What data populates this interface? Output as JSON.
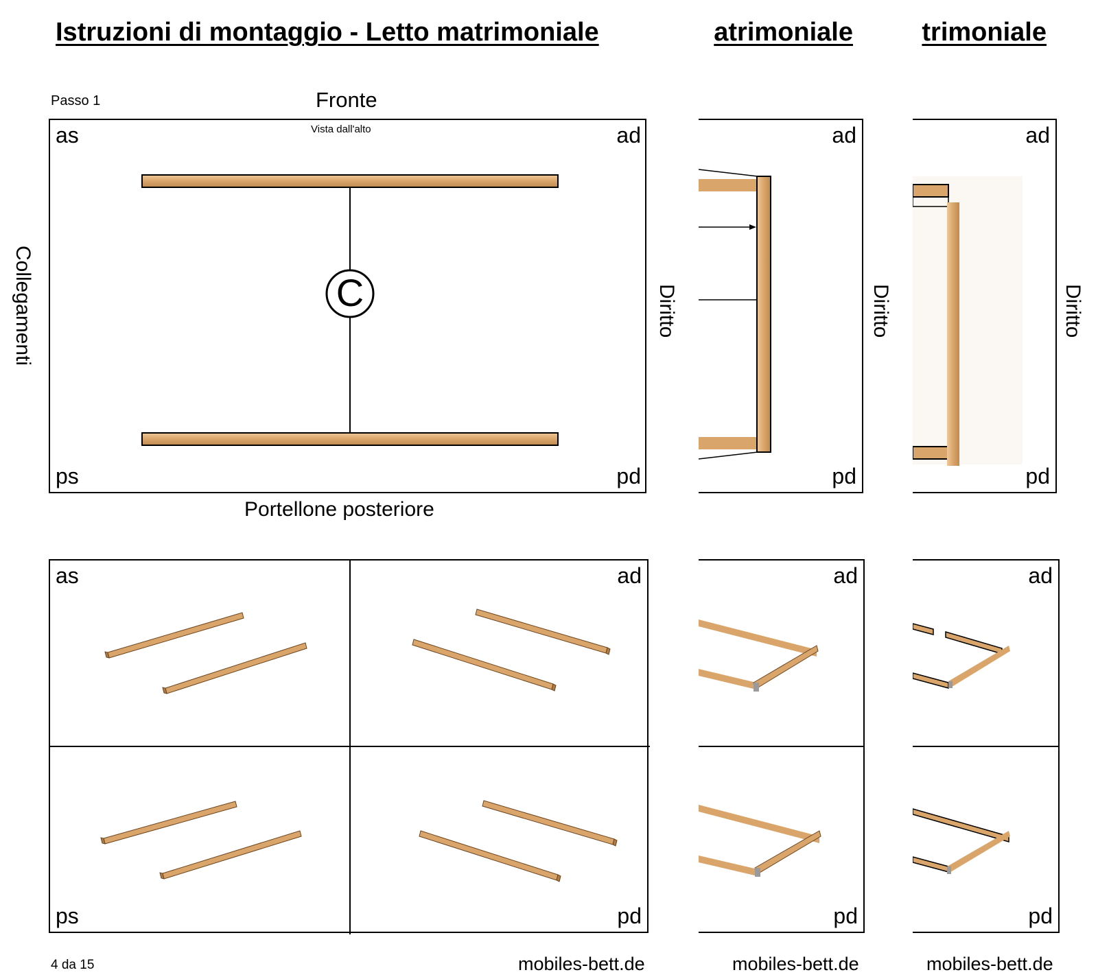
{
  "document": {
    "title": "Istruzioni di montaggio - Letto matrimoniale",
    "title_fragment_2": "atrimoniale",
    "title_fragment_3": "trimoniale",
    "step_label": "Passo 1",
    "front_label": "Fronte",
    "view_label": "Vista dall'alto",
    "rear_label": "Portellone posteriore",
    "side_left_label": "Collegamenti",
    "side_right_label": "Diritto",
    "connector_symbol": "C",
    "page_number": "4 da 15",
    "website": "mobiles-bett.de"
  },
  "corners": {
    "front_left": "as",
    "front_right": "ad",
    "rear_left": "ps",
    "rear_right": "pd"
  },
  "colors": {
    "wood": "#d9a56a",
    "wood_dark": "#b07b44",
    "wood_light": "#f0c898",
    "connector_grey": "#9a9a9a"
  }
}
